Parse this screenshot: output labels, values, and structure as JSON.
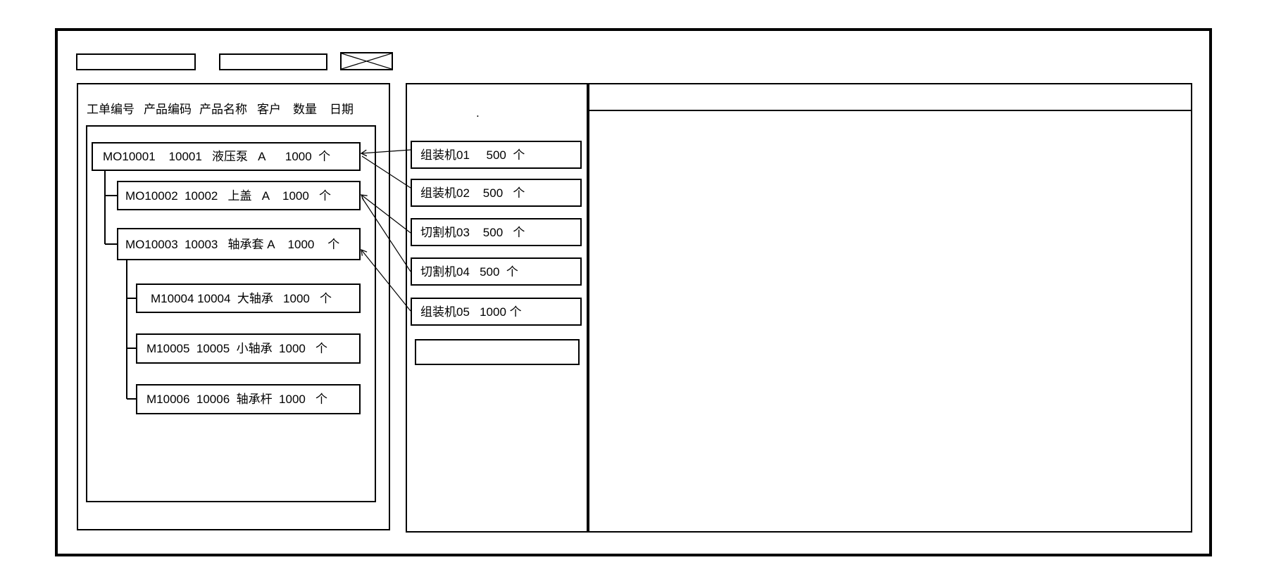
{
  "colors": {
    "line": "#000000",
    "background": "#ffffff"
  },
  "toolbar": {
    "field1": {
      "value": ""
    },
    "field2": {
      "value": ""
    },
    "image_placeholder_glyph": "crossed-rectangle"
  },
  "left_panel": {
    "columns": [
      "工单编号",
      "产品编码",
      "产品名称",
      "客户",
      "数量",
      "日期"
    ],
    "work_orders": [
      {
        "order_no": "MO10001",
        "product_code": "10001",
        "product_name": "液压泵",
        "customer": "A",
        "qty": 1000,
        "unit": "个",
        "level": 1,
        "parent": null,
        "display": "MO10001    10001   液压泵   A      1000  个"
      },
      {
        "order_no": "MO10002",
        "product_code": "10002",
        "product_name": "上盖",
        "customer": "A",
        "qty": 1000,
        "unit": "个",
        "level": 2,
        "parent": "MO10001",
        "display": "MO10002  10002   上盖   A    1000   个"
      },
      {
        "order_no": "MO10003",
        "product_code": "10003",
        "product_name": "轴承套",
        "customer": "A",
        "qty": 1000,
        "unit": "个",
        "level": 2,
        "parent": "MO10001",
        "display": "MO10003  10003   轴承套 A    1000    个"
      },
      {
        "order_no": "M10004",
        "product_code": "10004",
        "product_name": "大轴承",
        "customer": "",
        "qty": 1000,
        "unit": "个",
        "level": 3,
        "parent": "MO10003",
        "display": "M10004 10004  大轴承   1000   个"
      },
      {
        "order_no": "M10005",
        "product_code": "10005",
        "product_name": "小轴承",
        "customer": "",
        "qty": 1000,
        "unit": "个",
        "level": 3,
        "parent": "MO10003",
        "display": "M10005  10005  小轴承  1000   个"
      },
      {
        "order_no": "M10006",
        "product_code": "10006",
        "product_name": "轴承杆",
        "customer": "",
        "qty": 1000,
        "unit": "个",
        "level": 3,
        "parent": "MO10003",
        "display": "M10006  10006  轴承杆  1000   个"
      }
    ]
  },
  "middle_panel": {
    "dot": ".",
    "machines": [
      {
        "name": "组装机01",
        "qty": 500,
        "unit": "个",
        "display": "组装机01     500  个"
      },
      {
        "name": "组装机02",
        "qty": 500,
        "unit": "个",
        "display": "组装机02    500   个"
      },
      {
        "name": "切割机03",
        "qty": 500,
        "unit": "个",
        "display": "切割机03    500   个"
      },
      {
        "name": "切割机04",
        "qty": 500,
        "unit": "个",
        "display": "切割机04   500  个"
      },
      {
        "name": "组装机05",
        "qty": 1000,
        "unit": "个",
        "display": "组装机05   1000 个"
      },
      {
        "name": "",
        "qty": null,
        "unit": "",
        "display": ""
      }
    ]
  },
  "dispatch_links": [
    {
      "from": "MO10001",
      "to": "组装机01"
    },
    {
      "from": "MO10001",
      "to": "组装机02"
    },
    {
      "from": "MO10002",
      "to": "切割机03"
    },
    {
      "from": "MO10002",
      "to": "切割机04"
    },
    {
      "from": "MO10003",
      "to": "组装机05"
    }
  ],
  "right_panel": {
    "content": ""
  }
}
